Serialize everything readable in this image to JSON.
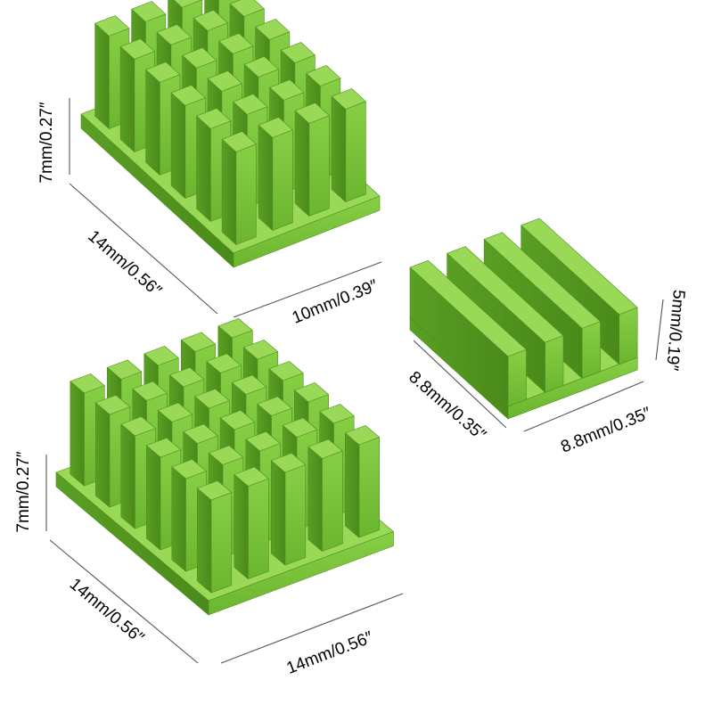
{
  "colors": {
    "green_face": "#7cc43c",
    "green_top": "#9ad957",
    "green_dark": "#4f8f1e",
    "green_edge": "#5ea826",
    "background": "#ffffff"
  },
  "heatsinks": [
    {
      "name": "large-heatsink-top",
      "labels": {
        "height": "7mm/0.27″",
        "depth": "14mm/0.56″",
        "width": "10mm/0.39″"
      }
    },
    {
      "name": "small-heatsink",
      "labels": {
        "height": "5mm/0.19″",
        "depth": "8.8mm/0.35″",
        "width": "8.8mm/0.35″"
      }
    },
    {
      "name": "large-heatsink-bottom",
      "labels": {
        "height": "7mm/0.27″",
        "depth": "14mm/0.56″",
        "width": "14mm/0.56″"
      }
    }
  ]
}
